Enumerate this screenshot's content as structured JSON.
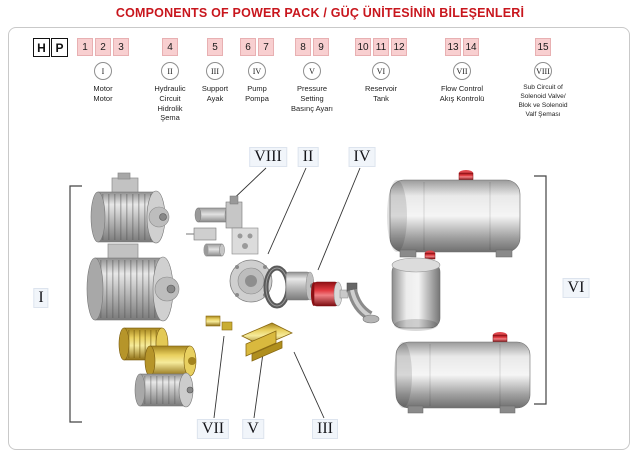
{
  "title": "COMPONENTS OF POWER PACK / GÜÇ ÜNİTESİNİN BİLEŞENLERİ",
  "legend": {
    "hp": [
      "H",
      "P"
    ],
    "groups": [
      {
        "numbers": [
          "1",
          "2",
          "3"
        ],
        "numeral": "I",
        "label_en": "Motor",
        "label_tr": "Motor"
      },
      {
        "numbers": [
          "4"
        ],
        "numeral": "II",
        "label_en": "Hydraulic Circuit",
        "label_tr": "Hidrolik Şema"
      },
      {
        "numbers": [
          "5"
        ],
        "numeral": "III",
        "label_en": "Support",
        "label_tr": "Ayak"
      },
      {
        "numbers": [
          "6",
          "7"
        ],
        "numeral": "IV",
        "label_en": "Pump",
        "label_tr": "Pompa"
      },
      {
        "numbers": [
          "8",
          "9"
        ],
        "numeral": "V",
        "label_en": "Pressure Setting",
        "label_tr": "Basınç Ayarı"
      },
      {
        "numbers": [
          "10",
          "11",
          "12"
        ],
        "numeral": "VI",
        "label_en": "Reservoir",
        "label_tr": "Tank"
      },
      {
        "numbers": [
          "13",
          "14"
        ],
        "numeral": "VII",
        "label_en": "Flow Control",
        "label_tr": "Akış Kontrolü"
      },
      {
        "numbers": [
          "15"
        ],
        "numeral": "VIII",
        "label_en": "Sub Circuit of Solenoid Valve/",
        "label_tr": "Blok ve Solenoid Valf Şeması"
      }
    ]
  },
  "diagram": {
    "callouts": [
      "VIII",
      "II",
      "IV",
      "I",
      "VI",
      "VII",
      "V",
      "III"
    ]
  },
  "colors": {
    "title_red": "#c8161d",
    "number_box_pink": "#f8cfd0",
    "tank_cap_red": "#c42026",
    "pump_gold": "#d8b93c"
  }
}
